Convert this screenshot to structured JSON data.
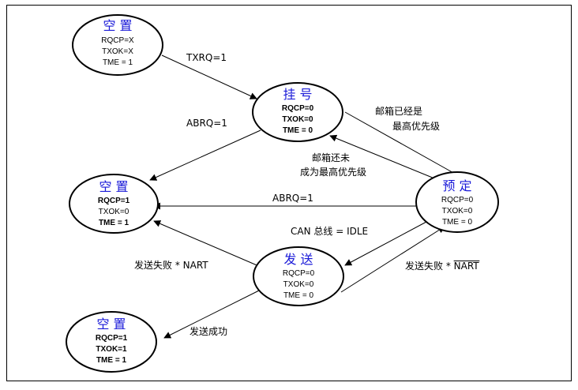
{
  "nodes": {
    "idle_top": {
      "title": "空 置",
      "lines": [
        "RQCP=X",
        "TXOK=X",
        "TME = 1"
      ]
    },
    "pending": {
      "title": "挂 号",
      "lines": [
        "RQCP=0",
        "TXOK=0",
        "TME = 0"
      ]
    },
    "idle_mid": {
      "title": "空 置",
      "lines": [
        "RQCP=1",
        "TXOK=0",
        "TME = 1"
      ]
    },
    "scheduled": {
      "title": "预 定",
      "lines": [
        "RQCP=0",
        "TXOK=0",
        "TME = 0"
      ]
    },
    "transmit": {
      "title": "发 送",
      "lines": [
        "RQCP=0",
        "TXOK=0",
        "TME = 0"
      ]
    },
    "idle_bot": {
      "title": "空 置",
      "lines": [
        "RQCP=1",
        "TXOK=1",
        "TME = 1"
      ]
    }
  },
  "edges": {
    "txrq": "TXRQ=1",
    "abrq_pending": "ABRQ=1",
    "highest_1": "邮箱已经是",
    "highest_2": "最高优先级",
    "not_highest_1": "邮箱还未",
    "not_highest_2": "成为最高优先级",
    "abrq_scheduled": "ABRQ=1",
    "can_idle": "CAN 总线 = IDLE",
    "fail_nart": "发送失败 * NART",
    "fail_not_nart_prefix": "发送失败 * ",
    "fail_not_nart_var": "NART",
    "success": "发送成功"
  }
}
